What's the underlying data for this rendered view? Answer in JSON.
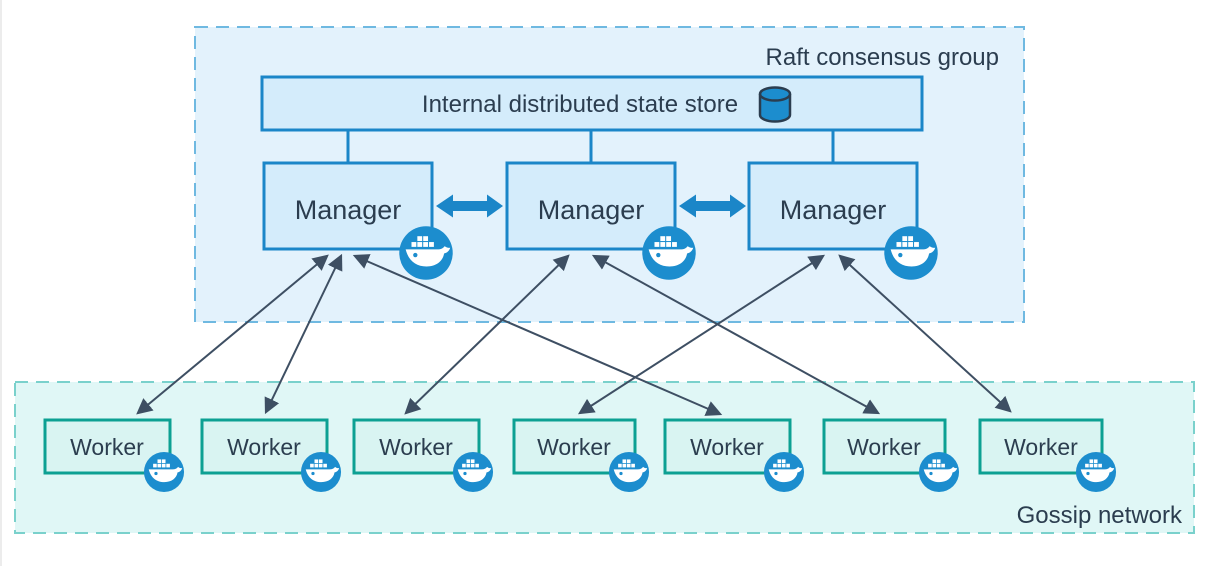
{
  "diagram": {
    "raft_group": {
      "label": "Raft consensus group"
    },
    "state_store": {
      "label": "Internal distributed state store"
    },
    "managers": [
      {
        "label": "Manager"
      },
      {
        "label": "Manager"
      },
      {
        "label": "Manager"
      }
    ],
    "workers": [
      {
        "label": "Worker"
      },
      {
        "label": "Worker"
      },
      {
        "label": "Worker"
      },
      {
        "label": "Worker"
      },
      {
        "label": "Worker"
      },
      {
        "label": "Worker"
      },
      {
        "label": "Worker"
      }
    ],
    "gossip_network": {
      "label": "Gossip network"
    },
    "connections": [
      {
        "from": "manager-1",
        "to": "worker-1"
      },
      {
        "from": "manager-1",
        "to": "worker-2"
      },
      {
        "from": "manager-1",
        "to": "worker-5"
      },
      {
        "from": "manager-2",
        "to": "worker-3"
      },
      {
        "from": "manager-2",
        "to": "worker-6"
      },
      {
        "from": "manager-3",
        "to": "worker-4"
      },
      {
        "from": "manager-3",
        "to": "worker-7"
      }
    ],
    "icons": [
      "docker-whale-icon on each manager and worker node",
      "database-cylinder-icon in state store"
    ],
    "colors": {
      "blue_border": "#1b86c8",
      "node_blue_fill": "#d4ecfb",
      "raft_fill": "#e3f2fc",
      "raft_border": "#6fb9e1",
      "teal_border": "#0da093",
      "worker_fill": "#d9f4f2",
      "gossip_fill": "#e0f7f6",
      "gossip_border": "#7ad1cc",
      "docker_blue": "#1c8dce",
      "text_dark": "#2b3d4f",
      "arrow_dark": "#3e4f63"
    }
  }
}
